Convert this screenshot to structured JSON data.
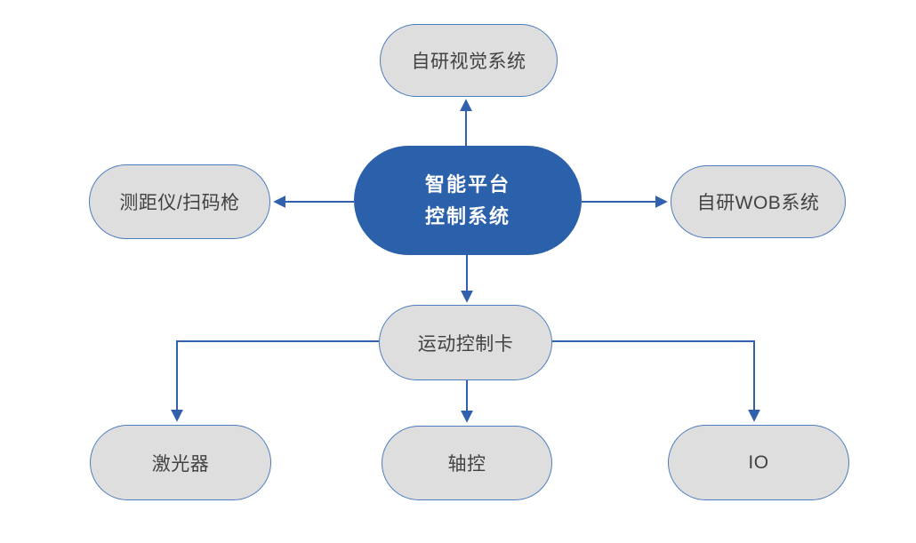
{
  "diagram": {
    "center": {
      "label_line1": "智能平台",
      "label_line2": "控制系统"
    },
    "nodes": {
      "vision": {
        "label": "自研视觉系统"
      },
      "rangefinder": {
        "label": "测距仪/扫码枪"
      },
      "wob": {
        "label": "自研WOB系统"
      },
      "motion_card": {
        "label": "运动控制卡"
      },
      "laser": {
        "label": "激光器"
      },
      "axis": {
        "label": "轴控"
      },
      "io": {
        "label": "IO"
      }
    },
    "edges": [
      {
        "from": "control-system",
        "to": "vision-system"
      },
      {
        "from": "control-system",
        "to": "rangefinder-scanner"
      },
      {
        "from": "control-system",
        "to": "wob-system"
      },
      {
        "from": "control-system",
        "to": "motion-control-card"
      },
      {
        "from": "motion-control-card",
        "to": "laser"
      },
      {
        "from": "motion-control-card",
        "to": "axis-control"
      },
      {
        "from": "motion-control-card",
        "to": "io"
      }
    ]
  },
  "colors": {
    "center_fill": "#2b61ab",
    "center_text": "#ffffff",
    "node_fill": "#dedede",
    "node_border": "#4e7dc0",
    "node_text": "#424242",
    "arrow": "#3060ae",
    "page_bg": "#ffffff"
  }
}
